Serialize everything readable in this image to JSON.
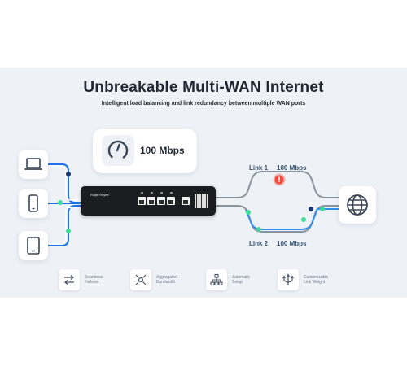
{
  "headline": "Unbreakable Multi-WAN Internet",
  "subline": "Intelligent load balancing and link redundancy between multiple WAN ports",
  "speed_card": {
    "value": "100 Mbps",
    "icon": "speedometer-icon"
  },
  "router": {
    "brand": "Ruijie Reyee"
  },
  "links": [
    {
      "name": "Link 1",
      "speed": "100 Mbps",
      "status": "failed",
      "status_icon": "alert-icon"
    },
    {
      "name": "Link 2",
      "speed": "100 Mbps",
      "status": "active"
    }
  ],
  "devices": [
    {
      "icon": "laptop-icon"
    },
    {
      "icon": "phone-icon"
    },
    {
      "icon": "tablet-icon"
    }
  ],
  "internet": {
    "icon": "globe-icon"
  },
  "features": [
    {
      "line1": "Seamless",
      "line2": "Failover",
      "icon": "failover-arrows-icon"
    },
    {
      "line1": "Aggregated",
      "line2": "Bandwidth",
      "icon": "aggregate-icon"
    },
    {
      "line1": "Automatic",
      "line2": "Setup",
      "icon": "network-tree-icon"
    },
    {
      "line1": "Customizable",
      "line2": "Link Weight",
      "icon": "link-weight-icon"
    }
  ],
  "colors": {
    "link_line": "#8a949e",
    "client_line": "#1a73e8",
    "active_line": "#2f8ff0",
    "node_green": "#3ddc97",
    "node_navy": "#1b3a75",
    "alert_red": "#f04a3a",
    "text_dark": "#1f2733",
    "text_muted": "#6e7a8a"
  }
}
